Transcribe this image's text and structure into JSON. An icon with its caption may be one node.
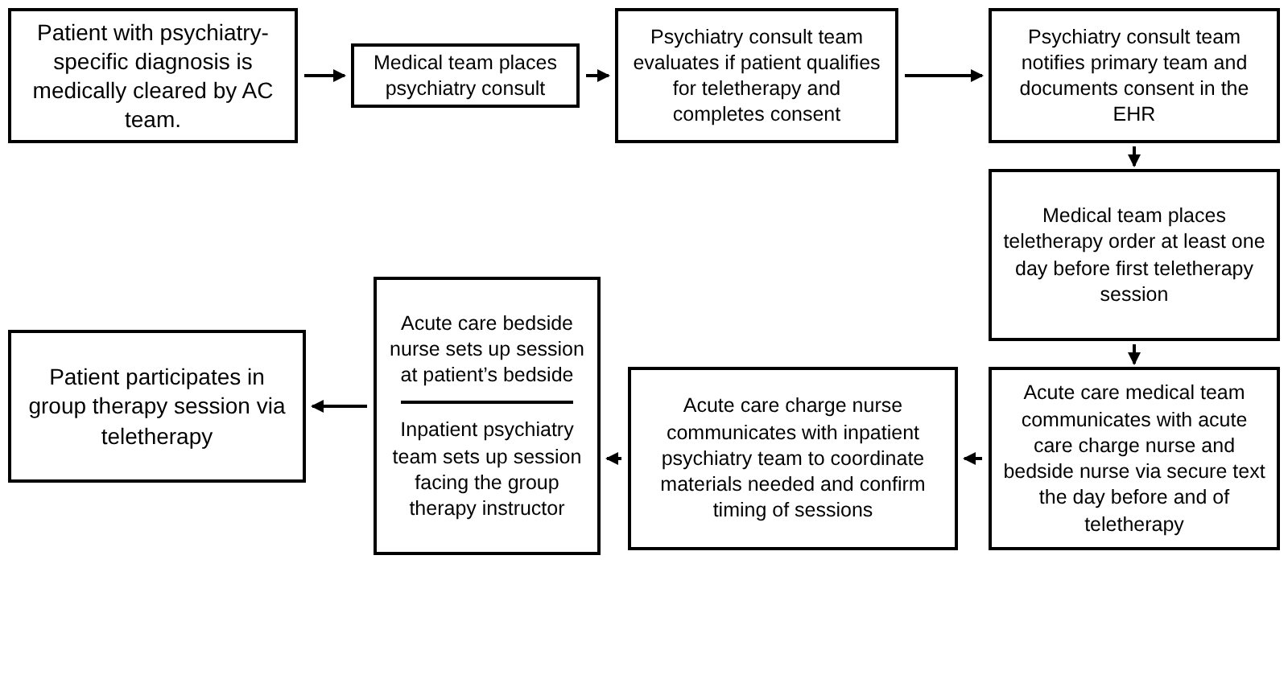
{
  "diagram": {
    "nodes": [
      {
        "text": [
          "Patient with psychiatry-specific diagnosis is medically cleared by AC team."
        ]
      },
      {
        "text": [
          "Medical team places psychiatry consult"
        ]
      },
      {
        "text": [
          "Psychiatry consult team evaluates if patient qualifies for teletherapy and completes consent"
        ]
      },
      {
        "text": [
          "Psychiatry consult team notifies primary team and documents consent in the EHR"
        ]
      },
      {
        "text": [
          "Medical team places teletherapy order at least one day before first teletherapy session"
        ]
      },
      {
        "text": [
          "Acute care medical team communicates with acute care charge nurse and bedside nurse via secure text the day before and of teletherapy"
        ]
      },
      {
        "text": [
          "Acute care charge nurse communicates with inpatient psychiatry team to coordinate materials needed and confirm timing of sessions"
        ]
      },
      {
        "text": [
          "Acute care bedside nurse sets up session at patient’s bedside",
          "Inpatient psychiatry team sets up session facing the group therapy instructor"
        ]
      },
      {
        "text": [
          "Patient participates in group therapy session via teletherapy"
        ]
      }
    ],
    "edges": [
      {
        "from": 0,
        "to": 1,
        "arrow": "to"
      },
      {
        "from": 1,
        "to": 2,
        "arrow": "to"
      },
      {
        "from": 2,
        "to": 3,
        "arrow": "to"
      },
      {
        "from": 3,
        "to": 4,
        "arrow": "to"
      },
      {
        "from": 4,
        "to": 5,
        "arrow": "to"
      },
      {
        "from": 5,
        "to": 6,
        "arrow": "to"
      },
      {
        "from": 6,
        "to": 7,
        "arrow": "to"
      },
      {
        "from": 7,
        "to": 8,
        "arrow": "to"
      }
    ]
  }
}
